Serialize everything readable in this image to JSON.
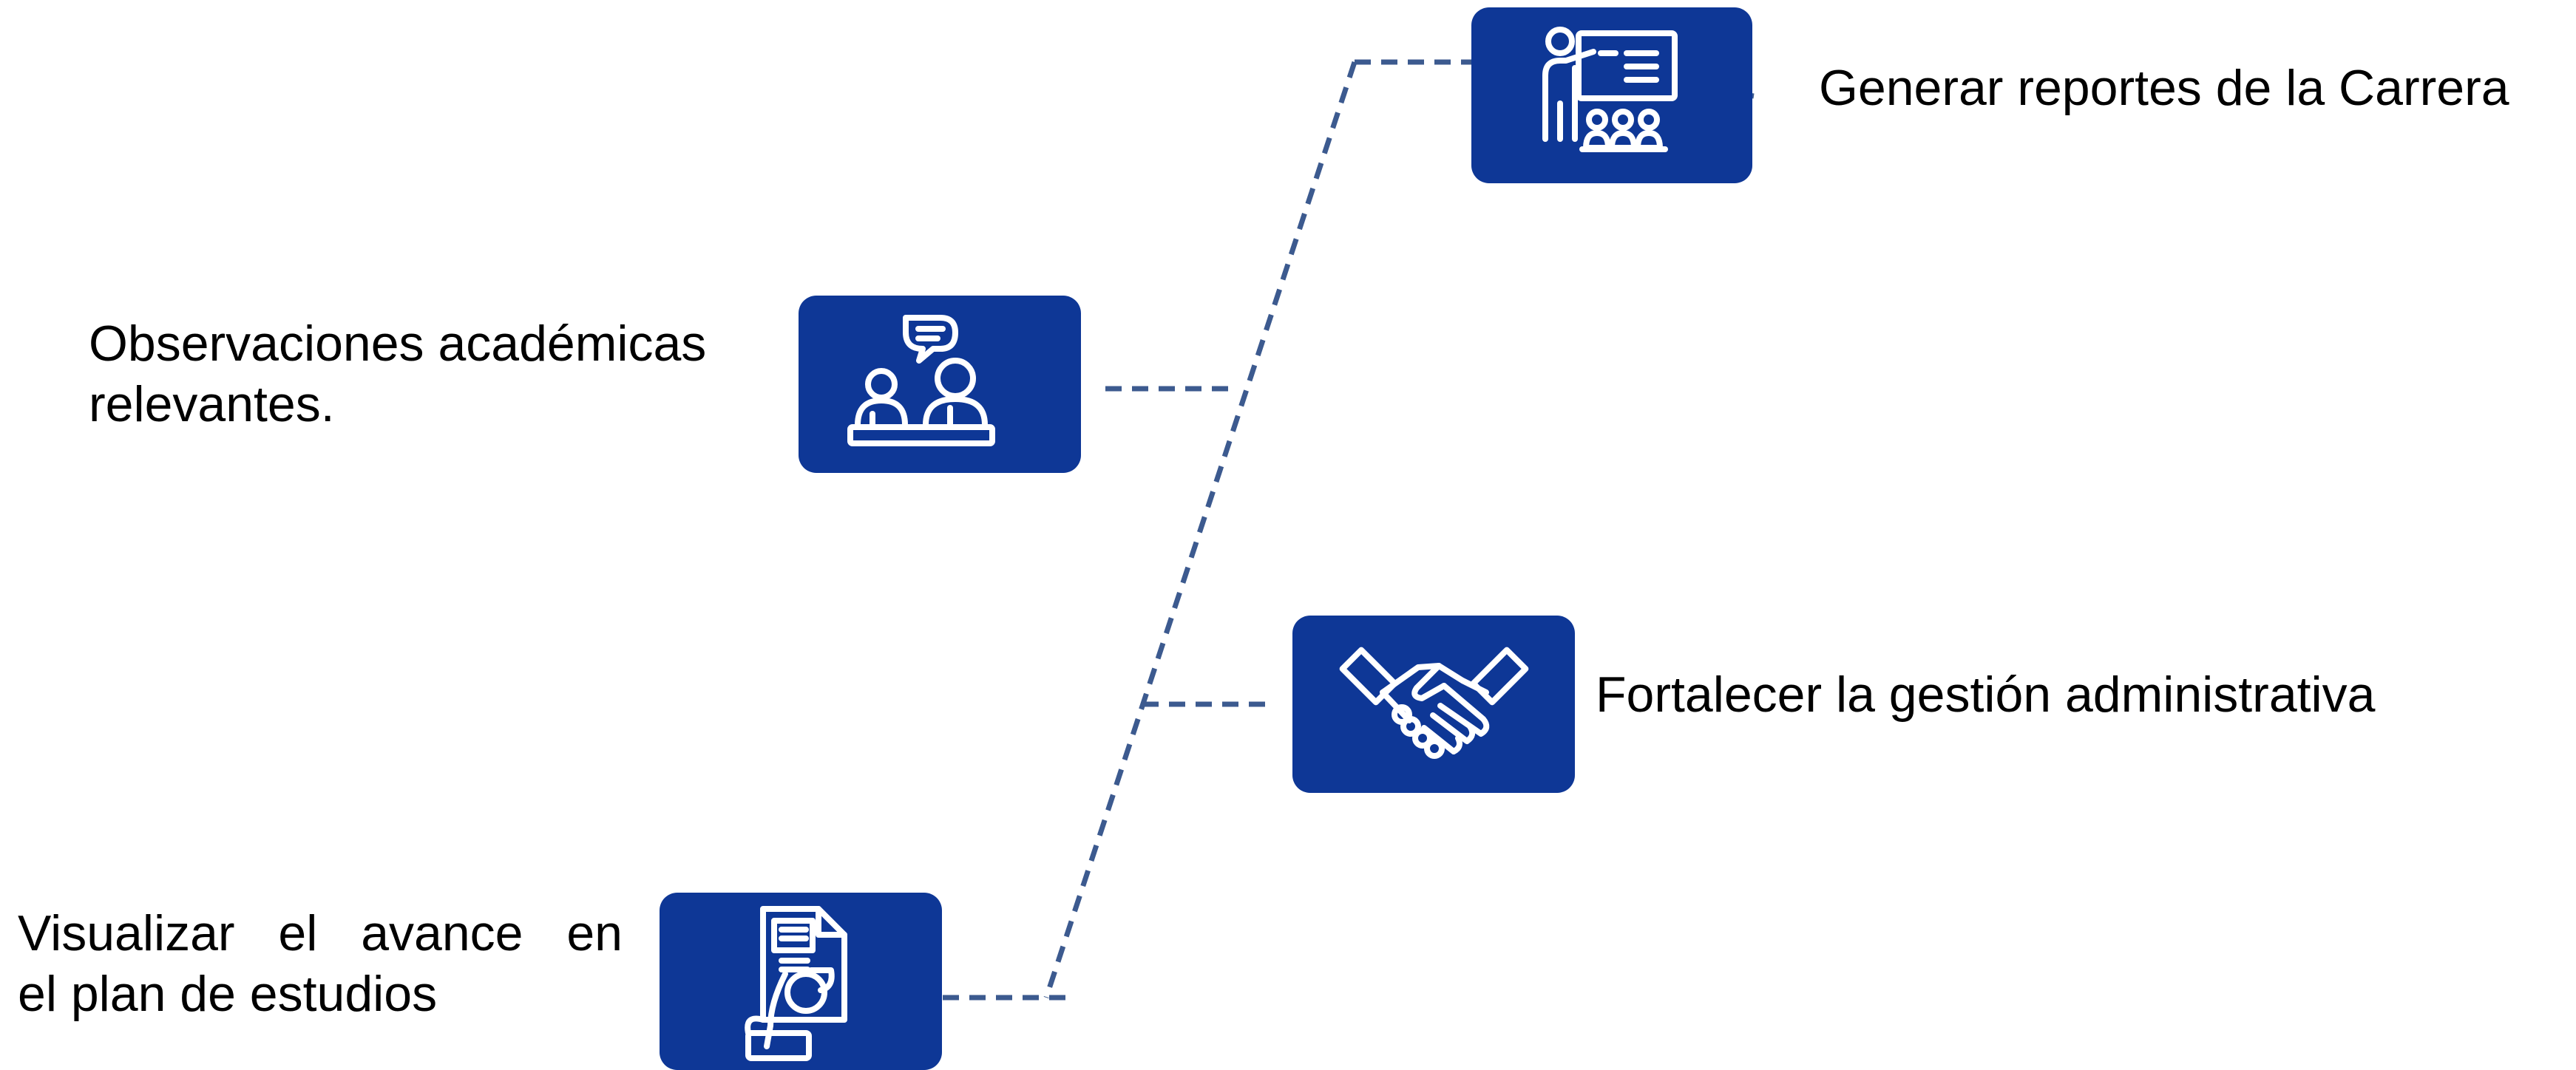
{
  "colors": {
    "card": "#0e3796",
    "connector": "#3c5a8f",
    "icon": "#ffffff",
    "text": "#000000"
  },
  "items": [
    {
      "label": "Generar reportes de la Carrera",
      "icon": "teacher-presentation-icon"
    },
    {
      "label_lines": [
        "Observaciones académicas",
        "relevantes."
      ],
      "icon": "academic-consultation-icon"
    },
    {
      "label": "Fortalecer la gestión administrativa",
      "icon": "handshake-icon"
    },
    {
      "label_lines": [
        "Visualizar el avance en",
        "el plan de estudios"
      ],
      "icon": "document-chart-icon"
    }
  ]
}
